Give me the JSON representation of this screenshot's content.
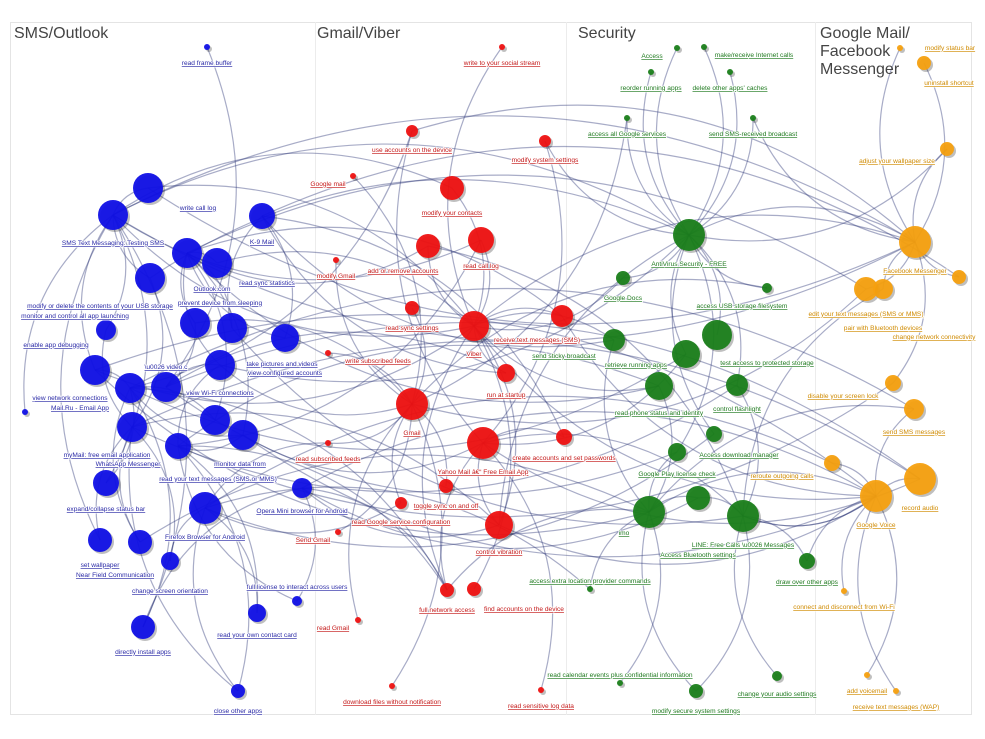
{
  "headings": [
    "SMS/Outlook",
    "Gmail/Viber",
    "Security",
    "Google Mail/\nFacebook\nMessenger"
  ],
  "groups": [
    {
      "name": "SMS/Outlook",
      "color": "#1010e6",
      "text_color": "#2a2aa6",
      "nodes": [
        {
          "id": "b1",
          "label": "write call log"
        },
        {
          "id": "b2",
          "label": "SMS Text Messaging: Testing SMS"
        },
        {
          "id": "b3",
          "label": "K-9 Mail"
        },
        {
          "id": "b4",
          "label": "Outlook.com"
        },
        {
          "id": "b5",
          "label": "read sync statistics"
        },
        {
          "id": "b6",
          "label": "modify or delete the contents of your USB storage"
        },
        {
          "id": "b7",
          "label": "enable app debugging"
        },
        {
          "id": "b8",
          "label": "prevent device from sleeping"
        },
        {
          "id": "b9",
          "label": "take pictures and videos"
        },
        {
          "id": "b10",
          "label": "view configured accounts"
        },
        {
          "id": "b11",
          "label": "view Wi-Fi connections"
        },
        {
          "id": "b12",
          "label": "view network connections"
        },
        {
          "id": "b13",
          "label": "Mail.Ru - Email App"
        },
        {
          "id": "b14",
          "label": "\\u0026 video c"
        },
        {
          "id": "b15",
          "label": "monitor and control all app launching"
        },
        {
          "id": "b16",
          "label": "myMail: free email application"
        },
        {
          "id": "b17",
          "label": "monitor data from"
        },
        {
          "id": "b18",
          "label": "read your text messages (SMS or MMS)"
        },
        {
          "id": "b19",
          "label": "WhatsApp Messenger"
        },
        {
          "id": "b20",
          "label": "expand/collapse status bar"
        },
        {
          "id": "b21",
          "label": "Firefox Browser for Android"
        },
        {
          "id": "b22",
          "label": "Opera Mini browser for Android"
        },
        {
          "id": "b23",
          "label": "set wallpaper"
        },
        {
          "id": "b24",
          "label": "Near Field Communication"
        },
        {
          "id": "b25",
          "label": "change screen orientation"
        },
        {
          "id": "b26",
          "label": "read your own contact card"
        },
        {
          "id": "b27",
          "label": "full license to interact across users"
        },
        {
          "id": "b28",
          "label": "directly install apps"
        },
        {
          "id": "b29",
          "label": "close other apps"
        },
        {
          "id": "b30",
          "label": "read frame buffer"
        }
      ]
    },
    {
      "name": "Gmail/Viber",
      "color": "#ee1111",
      "text_color": "#c41818",
      "nodes": [
        {
          "id": "r1",
          "label": "write to your social stream"
        },
        {
          "id": "r2",
          "label": "use accounts on the device"
        },
        {
          "id": "r3",
          "label": "modify system settings"
        },
        {
          "id": "r4",
          "label": "Google mail"
        },
        {
          "id": "r5",
          "label": "modify your contacts"
        },
        {
          "id": "r6",
          "label": "add or remove accounts"
        },
        {
          "id": "r7",
          "label": "read call log"
        },
        {
          "id": "r8",
          "label": "modify Gmail"
        },
        {
          "id": "r9",
          "label": "read sync settings"
        },
        {
          "id": "r10",
          "label": "Viber"
        },
        {
          "id": "r11",
          "label": "receive text messages (SMS)"
        },
        {
          "id": "r12",
          "label": "read subscribed feeds"
        },
        {
          "id": "r13",
          "label": "write subscribed feeds"
        },
        {
          "id": "r14",
          "label": "run at startup"
        },
        {
          "id": "r15",
          "label": "Gmail"
        },
        {
          "id": "r16",
          "label": "Yahoo Mail â€“ Free Email App"
        },
        {
          "id": "r17",
          "label": "create accounts and set passwords"
        },
        {
          "id": "r18",
          "label": "toggle sync on and off"
        },
        {
          "id": "r19",
          "label": "read Google service configuration"
        },
        {
          "id": "r20",
          "label": "control vibration"
        },
        {
          "id": "r21",
          "label": "Send Gmail"
        },
        {
          "id": "r22",
          "label": "full network access"
        },
        {
          "id": "r23",
          "label": "find accounts on the device"
        },
        {
          "id": "r24",
          "label": "read Gmail"
        },
        {
          "id": "r25",
          "label": "download files without notification"
        },
        {
          "id": "r26",
          "label": "read sensitive log data"
        }
      ]
    },
    {
      "name": "Security",
      "color": "#1a7e1a",
      "text_color": "#1f7a1f",
      "nodes": [
        {
          "id": "g1",
          "label": "Access"
        },
        {
          "id": "g2",
          "label": "make/receive Internet calls"
        },
        {
          "id": "g3",
          "label": "reorder running apps"
        },
        {
          "id": "g4",
          "label": "delete other apps' caches"
        },
        {
          "id": "g5",
          "label": "access all Google services"
        },
        {
          "id": "g6",
          "label": "send SMS-received broadcast"
        },
        {
          "id": "g7",
          "label": "AntiVirus Security - FREE"
        },
        {
          "id": "g8",
          "label": "Google Docs"
        },
        {
          "id": "g9",
          "label": "access USB storage filesystem"
        },
        {
          "id": "g10",
          "label": "send sticky broadcast"
        },
        {
          "id": "g11",
          "label": "test access to protected storage"
        },
        {
          "id": "g12",
          "label": "retrieve running apps"
        },
        {
          "id": "g13",
          "label": "read phone status and identity"
        },
        {
          "id": "g14",
          "label": "control flashlight"
        },
        {
          "id": "g15",
          "label": "Access download manager"
        },
        {
          "id": "g16",
          "label": "Google Play license check"
        },
        {
          "id": "g17",
          "label": "imo"
        },
        {
          "id": "g18",
          "label": "Access Bluetooth settings"
        },
        {
          "id": "g19",
          "label": "LINE: Free Calls \\u0026 Messages"
        },
        {
          "id": "g20",
          "label": "draw over other apps"
        },
        {
          "id": "g21",
          "label": "access extra location provider commands"
        },
        {
          "id": "g22",
          "label": "read calendar events plus confidential information"
        },
        {
          "id": "g23",
          "label": "modify secure system settings"
        },
        {
          "id": "g24",
          "label": "change your audio settings"
        }
      ]
    },
    {
      "name": "Google Mail/Facebook Messenger",
      "color": "#f5a00f",
      "text_color": "#cf8a00",
      "nodes": [
        {
          "id": "o1",
          "label": "modify status bar"
        },
        {
          "id": "o2",
          "label": "uninstall shortcut"
        },
        {
          "id": "o3",
          "label": "adjust your wallpaper size"
        },
        {
          "id": "o4",
          "label": "Facebook Messenger"
        },
        {
          "id": "o5",
          "label": "change network connectivity"
        },
        {
          "id": "o6",
          "label": "edit your text messages (SMS or MMS)"
        },
        {
          "id": "o7",
          "label": "pair with Bluetooth devices"
        },
        {
          "id": "o8",
          "label": "disable your screen lock"
        },
        {
          "id": "o9",
          "label": "send SMS messages"
        },
        {
          "id": "o10",
          "label": "reroute outgoing calls"
        },
        {
          "id": "o11",
          "label": "Google Voice"
        },
        {
          "id": "o12",
          "label": "record audio"
        },
        {
          "id": "o13",
          "label": "connect and disconnect from Wi-Fi"
        },
        {
          "id": "o14",
          "label": "add voicemail"
        },
        {
          "id": "o15",
          "label": "receive text messages (WAP)"
        }
      ]
    }
  ],
  "links": {
    "b2": [
      "b1",
      "b6",
      "b7",
      "b12",
      "b20",
      "b23",
      "r5",
      "r7",
      "g7",
      "o4",
      "b28",
      "b15"
    ],
    "b4": [
      "b5",
      "b8",
      "b9",
      "b11",
      "b18",
      "r6",
      "r11",
      "g13",
      "o6",
      "b10",
      "b17"
    ],
    "b13": [
      "b12",
      "b17",
      "b18",
      "b20",
      "b24",
      "b28",
      "r2",
      "r22",
      "g12",
      "o9"
    ],
    "b14": [
      "b8",
      "b11",
      "b30",
      "r14",
      "g16",
      "o12"
    ],
    "b16": [
      "b6",
      "b7",
      "b23",
      "b25",
      "b29",
      "r20",
      "g14",
      "o12",
      "b24"
    ],
    "b19": [
      "b11",
      "b18",
      "b26",
      "b27",
      "b29",
      "r7",
      "g13",
      "o8",
      "r22"
    ],
    "b21": [
      "b25",
      "b26",
      "b29",
      "r12",
      "r19",
      "g21",
      "g15",
      "o10"
    ],
    "b22": [
      "b28",
      "b27",
      "r20",
      "r22",
      "g18",
      "o11"
    ],
    "b3": [
      "b9",
      "b10",
      "r14",
      "r17",
      "g10",
      "o5"
    ],
    "r10": [
      "b1",
      "b2",
      "b5",
      "b12",
      "r5",
      "r6",
      "r7",
      "r11",
      "r14",
      "r20",
      "r22",
      "r23",
      "g8",
      "g10",
      "g13",
      "o4",
      "o11",
      "r1"
    ],
    "r15": [
      "r4",
      "r8",
      "r9",
      "r12",
      "r13",
      "r18",
      "r19",
      "r21",
      "r24",
      "r25",
      "b8",
      "b11",
      "g5",
      "g9",
      "o6"
    ],
    "r16": [
      "r2",
      "r3",
      "r17",
      "r20",
      "r26",
      "r22",
      "b18",
      "g12",
      "g19",
      "o12"
    ],
    "g7": [
      "g1",
      "g2",
      "g3",
      "g4",
      "g5",
      "g6",
      "g8",
      "g9",
      "g11",
      "g12",
      "g14",
      "g15",
      "g16",
      "b6",
      "r3",
      "o3",
      "b11",
      "r20"
    ],
    "g17": [
      "g10",
      "g13",
      "g16",
      "g21",
      "g22",
      "g23",
      "b12",
      "r22",
      "o9",
      "b24",
      "g18"
    ],
    "g19": [
      "g18",
      "g20",
      "g24",
      "g23",
      "o11",
      "b9",
      "r6",
      "o7",
      "g14"
    ],
    "o4": [
      "o1",
      "o2",
      "o3",
      "o5",
      "o6",
      "o7",
      "o8",
      "b2",
      "b1",
      "r2",
      "g6",
      "g7"
    ],
    "o11": [
      "o9",
      "o10",
      "o12",
      "o13",
      "o14",
      "o15",
      "b18",
      "b12",
      "r11",
      "g17",
      "g19",
      "g20",
      "r20"
    ]
  }
}
